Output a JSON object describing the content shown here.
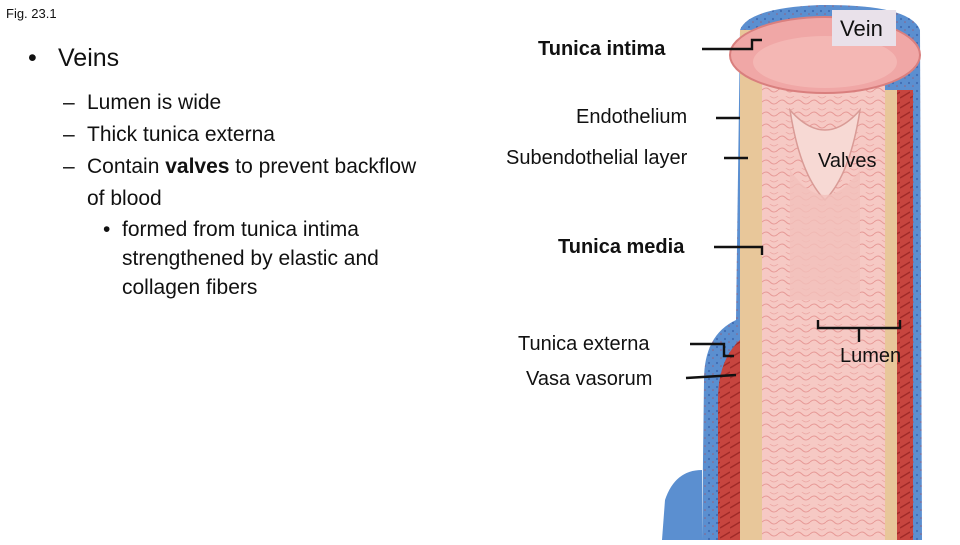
{
  "figure_label": "Fig. 23.1",
  "bullets": {
    "title": "Veins",
    "items": [
      "Lumen is wide",
      "Thick tunica externa"
    ],
    "valves_item": {
      "prefix": "Contain ",
      "bold": "valves",
      "suffix": " to prevent backflow",
      "continuation": "of blood"
    },
    "sub_item": {
      "line1": "formed from tunica intima",
      "line2": "strengthened by elastic and",
      "line3": "collagen fibers"
    }
  },
  "diagram": {
    "labels": {
      "tunica_intima": "Tunica intima",
      "endothelium": "Endothelium",
      "subendothelial": "Subendothelial layer",
      "tunica_media": "Tunica media",
      "tunica_externa": "Tunica externa",
      "vasa_vasorum": "Vasa vasorum",
      "vein": "Vein",
      "valves": "Valves",
      "lumen": "Lumen"
    },
    "colors": {
      "externa": "#5b8fd0",
      "media": "#c7453f",
      "subendothelial": "#e8c79a",
      "intima": "#f0a7a6",
      "lumen": "#f6c9c4",
      "vein_badge": "#e9e1ea"
    }
  }
}
